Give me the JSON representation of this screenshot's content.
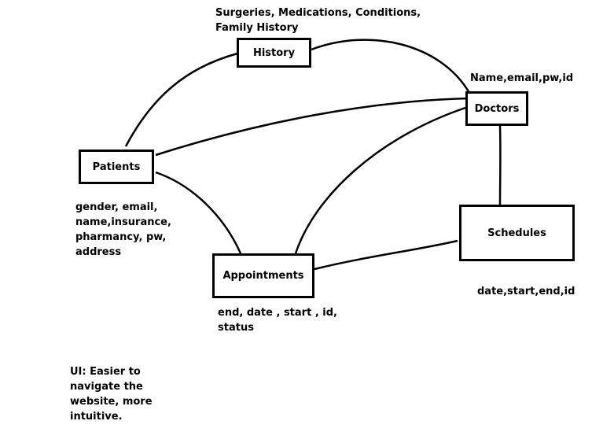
{
  "colors": {
    "ink": "#000000",
    "background": "#ffffff"
  },
  "entities": {
    "history": "History",
    "doctors": "Doctors",
    "patients": "Patients",
    "schedules": "Schedules",
    "appointments": "Appointments"
  },
  "attributes": {
    "history": "Surgeries, Medications, Conditions,\nFamily History",
    "doctors": "Name,email,pw,id",
    "patients": "gender, email,\nname,insurance,\npharmancy, pw,\naddress",
    "schedules": "date,start,end,id",
    "appointments": "end, date , start , id,\nstatus"
  },
  "note": "UI: Easier to\nnavigate the\nwebsite, more\nintuitive.",
  "relationships": [
    {
      "from": "patients",
      "to": "history"
    },
    {
      "from": "history",
      "to": "doctors"
    },
    {
      "from": "patients",
      "to": "doctors"
    },
    {
      "from": "patients",
      "to": "appointments"
    },
    {
      "from": "appointments",
      "to": "doctors"
    },
    {
      "from": "doctors",
      "to": "schedules"
    },
    {
      "from": "appointments",
      "to": "schedules"
    }
  ]
}
